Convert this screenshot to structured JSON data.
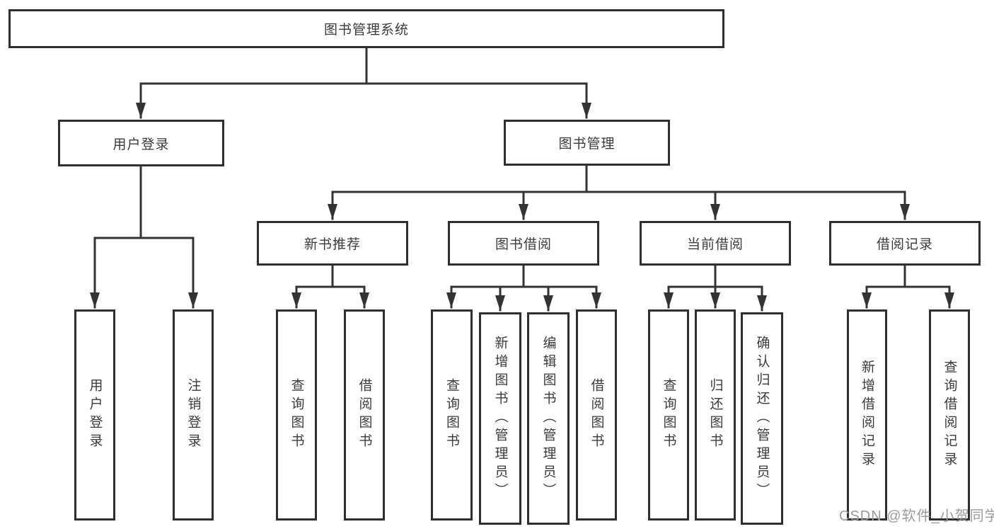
{
  "diagram_title": "图书管理系统",
  "colors": {
    "line": "#333333",
    "box_border": "#2f2f2f",
    "text": "#3b3b3b",
    "watermark": "#9b9b9b",
    "background": "#ffffff"
  },
  "tree": {
    "root": {
      "label": "图书管理系统",
      "children": [
        {
          "label": "用户登录",
          "children": [
            {
              "label": "用户登录"
            },
            {
              "label": "注销登录"
            }
          ]
        },
        {
          "label": "图书管理",
          "children": [
            {
              "label": "新书推荐",
              "children": [
                {
                  "label": "查询图书"
                },
                {
                  "label": "借阅图书"
                }
              ]
            },
            {
              "label": "图书借阅",
              "children": [
                {
                  "label": "查询图书"
                },
                {
                  "label": "新增图书（管理员）"
                },
                {
                  "label": "编辑图书（管理员）"
                },
                {
                  "label": "借阅图书"
                }
              ]
            },
            {
              "label": "当前借阅",
              "children": [
                {
                  "label": "查询图书"
                },
                {
                  "label": "归还图书"
                },
                {
                  "label": "确认归还（管理员）"
                }
              ]
            },
            {
              "label": "借阅记录",
              "children": [
                {
                  "label": "新增借阅记录"
                },
                {
                  "label": "查询借阅记录"
                }
              ]
            }
          ]
        }
      ]
    }
  },
  "watermark": "CSDN @软件_小贺同学"
}
